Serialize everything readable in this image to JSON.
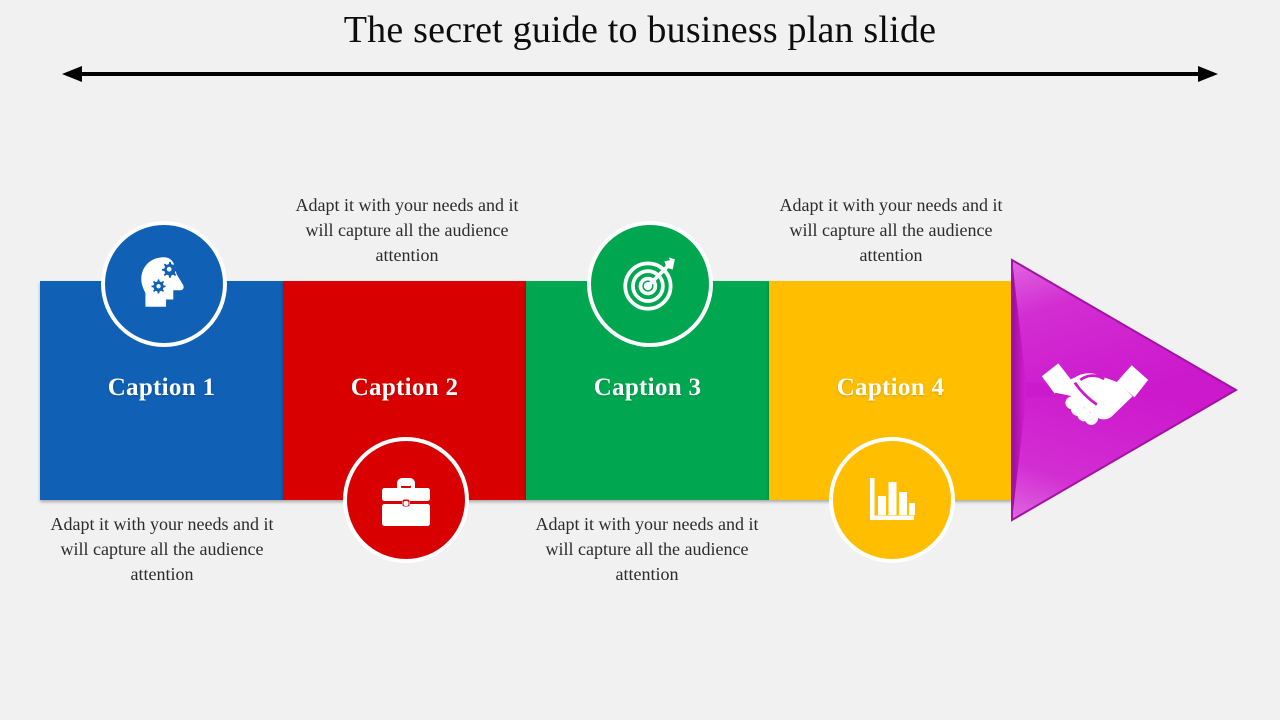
{
  "slide": {
    "title": "The secret guide to business plan slide",
    "background_color": "#f1f1f1"
  },
  "title_rule": {
    "name": "double-headed-arrow-rule",
    "left_arrow": "◀",
    "right_arrow": "▶",
    "color": "#000000"
  },
  "steps": [
    {
      "caption": "Caption 1",
      "color": "#1060b5",
      "icon": "head-with-gears-icon",
      "icon_position": "top",
      "description": "Adapt it with your needs and it will capture all the audience attention",
      "description_position": "bottom"
    },
    {
      "caption": "Caption 2",
      "color": "#d80000",
      "icon": "briefcase-icon",
      "icon_position": "bottom",
      "description": "Adapt it with your needs and it will capture all the audience attention",
      "description_position": "top"
    },
    {
      "caption": "Caption 3",
      "color": "#00a650",
      "icon": "target-with-dart-icon",
      "icon_position": "top",
      "description": "Adapt it with your needs and it will capture all the audience attention",
      "description_position": "bottom"
    },
    {
      "caption": "Caption 4",
      "color": "#ffbf00",
      "icon": "bar-chart-icon",
      "icon_position": "bottom",
      "description": "Adapt it with your needs and it will capture all the audience attention",
      "description_position": "top"
    }
  ],
  "arrow_head": {
    "name": "process-arrow-head",
    "color": "#cc19cc",
    "icon": "handshake-icon"
  }
}
